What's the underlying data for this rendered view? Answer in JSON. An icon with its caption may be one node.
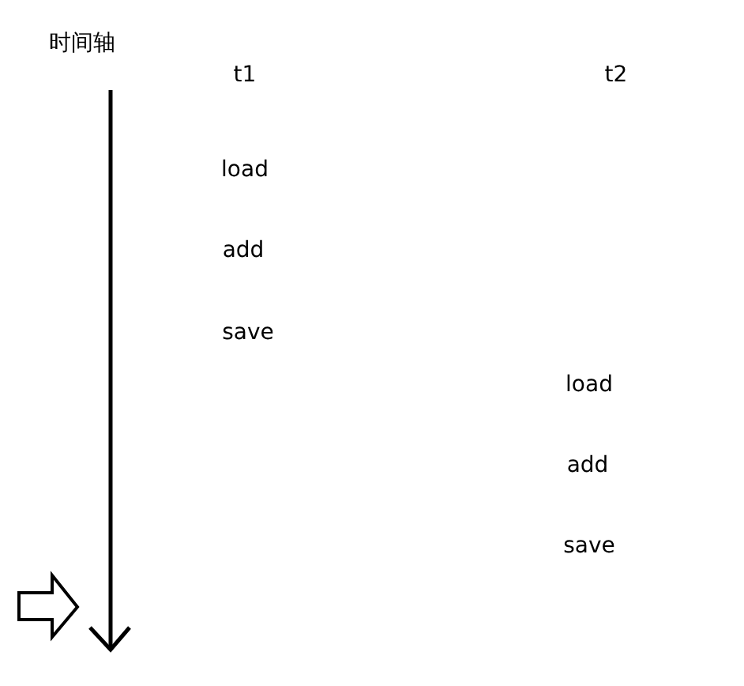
{
  "diagram": {
    "labels": [
      "时间轴",
      "t1",
      "t2",
      "load",
      "add",
      "save",
      "load",
      "add",
      "save"
    ]
  }
}
